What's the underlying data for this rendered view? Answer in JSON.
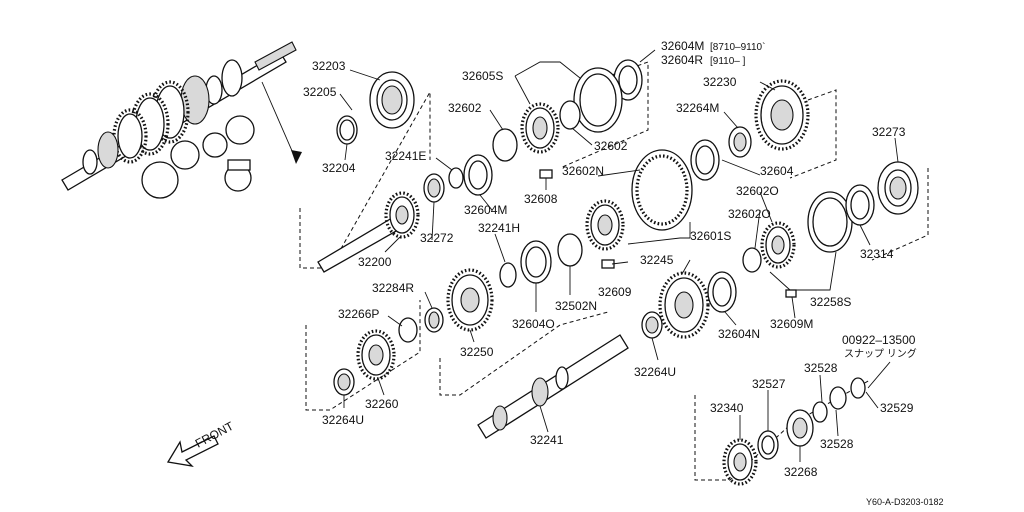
{
  "labels": {
    "p32203": "32203",
    "p32205": "32205",
    "p32204": "32204",
    "p32605s": "32605S",
    "p32602_a": "32602",
    "p32602_b": "32602",
    "p32604m_top": "32604M",
    "p32604r_top": "32604R",
    "note_m": "[8710–9110`",
    "note_r": "[9110–          ]",
    "p32230": "32230",
    "p32264m": "32264M",
    "p32604": "32604",
    "p32273": "32273",
    "p32241e": "32241E",
    "p32604m": "32604M",
    "p32608": "32608",
    "p32602n_a": "32602N",
    "p32602o_a": "32602O",
    "p32602o_b": "32602O",
    "p32601s": "32601S",
    "p32314": "32314",
    "p32272": "32272",
    "p32241h": "32241H",
    "p32200": "32200",
    "p32245": "32245",
    "p32609": "32609",
    "p32609m": "32609M",
    "p32258s": "32258S",
    "p32284r": "32284R",
    "p32266p": "32266P",
    "p32502n": "32502N",
    "p32604o": "32604O",
    "p32604n": "32604N",
    "p32250": "32250",
    "p32260": "32260",
    "p32264u_a": "32264U",
    "p32264u_b": "32264U",
    "p00922": "00922–13500",
    "p00922_jp": "スナップ  リング",
    "p32528_a": "32528",
    "p32527": "32527",
    "p32340": "32340",
    "p32529": "32529",
    "p32528_b": "32528",
    "p32241": "32241",
    "p32268": "32268",
    "front": "FRONT",
    "ref_code": "Y60-A-D3203-0182"
  },
  "colors": {
    "ink": "#111111",
    "paper": "#ffffff",
    "shade": "#d9d9d9"
  },
  "icons": {
    "front_arrow": "front-arrow-icon",
    "direction_arrow": "arrow-icon"
  }
}
